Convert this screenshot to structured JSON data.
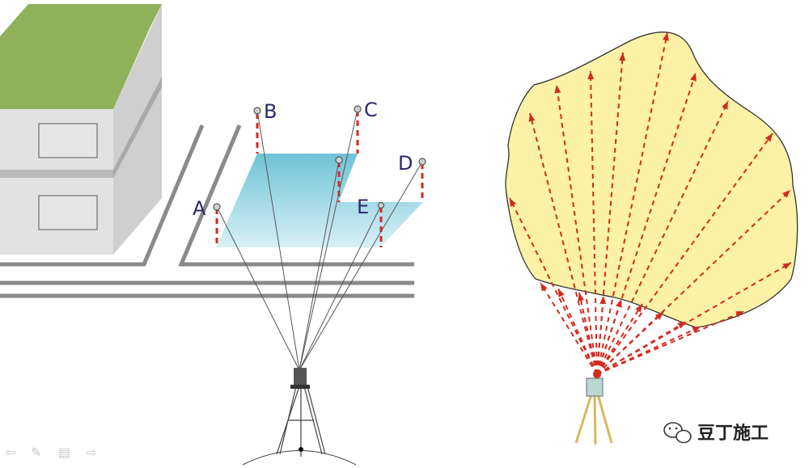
{
  "labels": {
    "a": "A",
    "b": "B",
    "c": "C",
    "d": "D",
    "e": "E"
  },
  "watermark": {
    "text": "豆丁施工",
    "icon": "wechat-icon"
  },
  "nav": {
    "prev_icon": "arrow-left-icon",
    "pen_icon": "pen-icon",
    "menu_icon": "menu-icon",
    "next_icon": "arrow-right-icon",
    "prev": "⇦",
    "pen": "✎",
    "menu": "▤",
    "next": "⇨"
  },
  "colors": {
    "roof": "#8fb15a",
    "wall": "#dcdcdc",
    "wall_side": "#c9c9c9",
    "road": "#8a8a8a",
    "plot_fill": "#8fd0e0",
    "area_fill": "#fbf2a6",
    "ray_red": "#d42a1e",
    "sight_line": "#555555"
  }
}
